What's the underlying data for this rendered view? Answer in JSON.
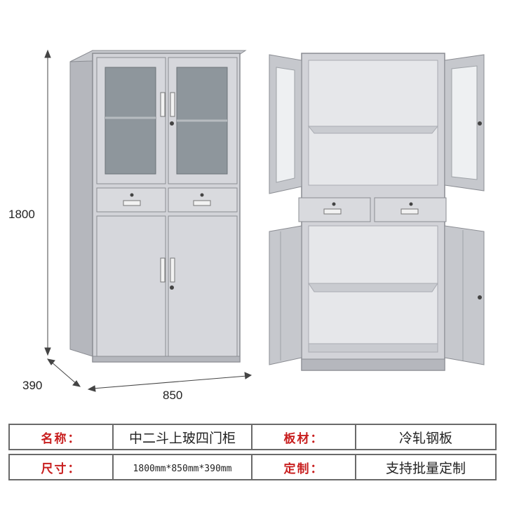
{
  "dimensions": {
    "height": "1800",
    "depth": "390",
    "width": "850"
  },
  "spec": {
    "name_label": "名称：",
    "name_value": "中二斗上玻四门柜",
    "material_label": "板材：",
    "material_value": "冷轧钢板",
    "size_label": "尺寸：",
    "size_value": "1800mm*850mm*390mm",
    "custom_label": "定制：",
    "custom_value": "支持批量定制"
  },
  "colors": {
    "cabinet_body": "#d2d3d8",
    "cabinet_shadow": "#a9abb2",
    "glass": "#8e969c",
    "label_red": "#c81e1e",
    "border": "#6a6a6a"
  }
}
